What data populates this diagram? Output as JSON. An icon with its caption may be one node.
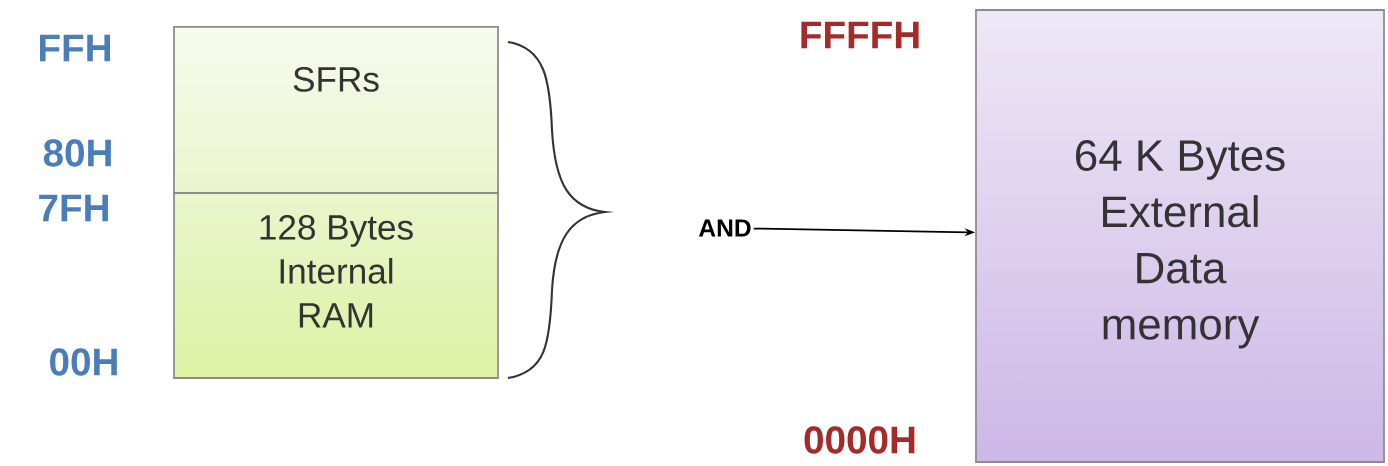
{
  "diagram": {
    "nodes": [
      {
        "text": [
          "SFRs"
        ]
      },
      {
        "text": [
          "128 Bytes Internal RAM"
        ]
      },
      {
        "text": [
          "AND"
        ]
      },
      {
        "text": [
          "64 K Bytes External Data memory"
        ]
      }
    ],
    "edges": [
      {
        "from": 2,
        "to": 3,
        "arrow": "to"
      }
    ],
    "labels": [
      "FFH",
      "80H",
      "7FH",
      "00H",
      "FFFFH",
      "0000H"
    ]
  }
}
